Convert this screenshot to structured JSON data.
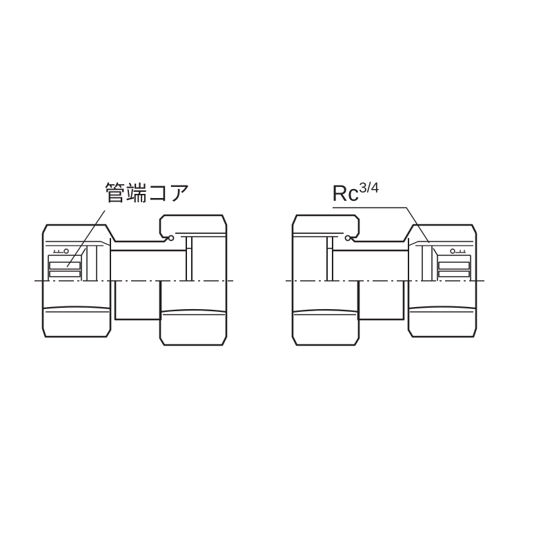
{
  "labels": {
    "left_callout": "管端コア",
    "right_callout_base": "Rc",
    "right_callout_fraction": "3/4"
  },
  "colors": {
    "line": "#231f20",
    "background": "#ffffff"
  }
}
